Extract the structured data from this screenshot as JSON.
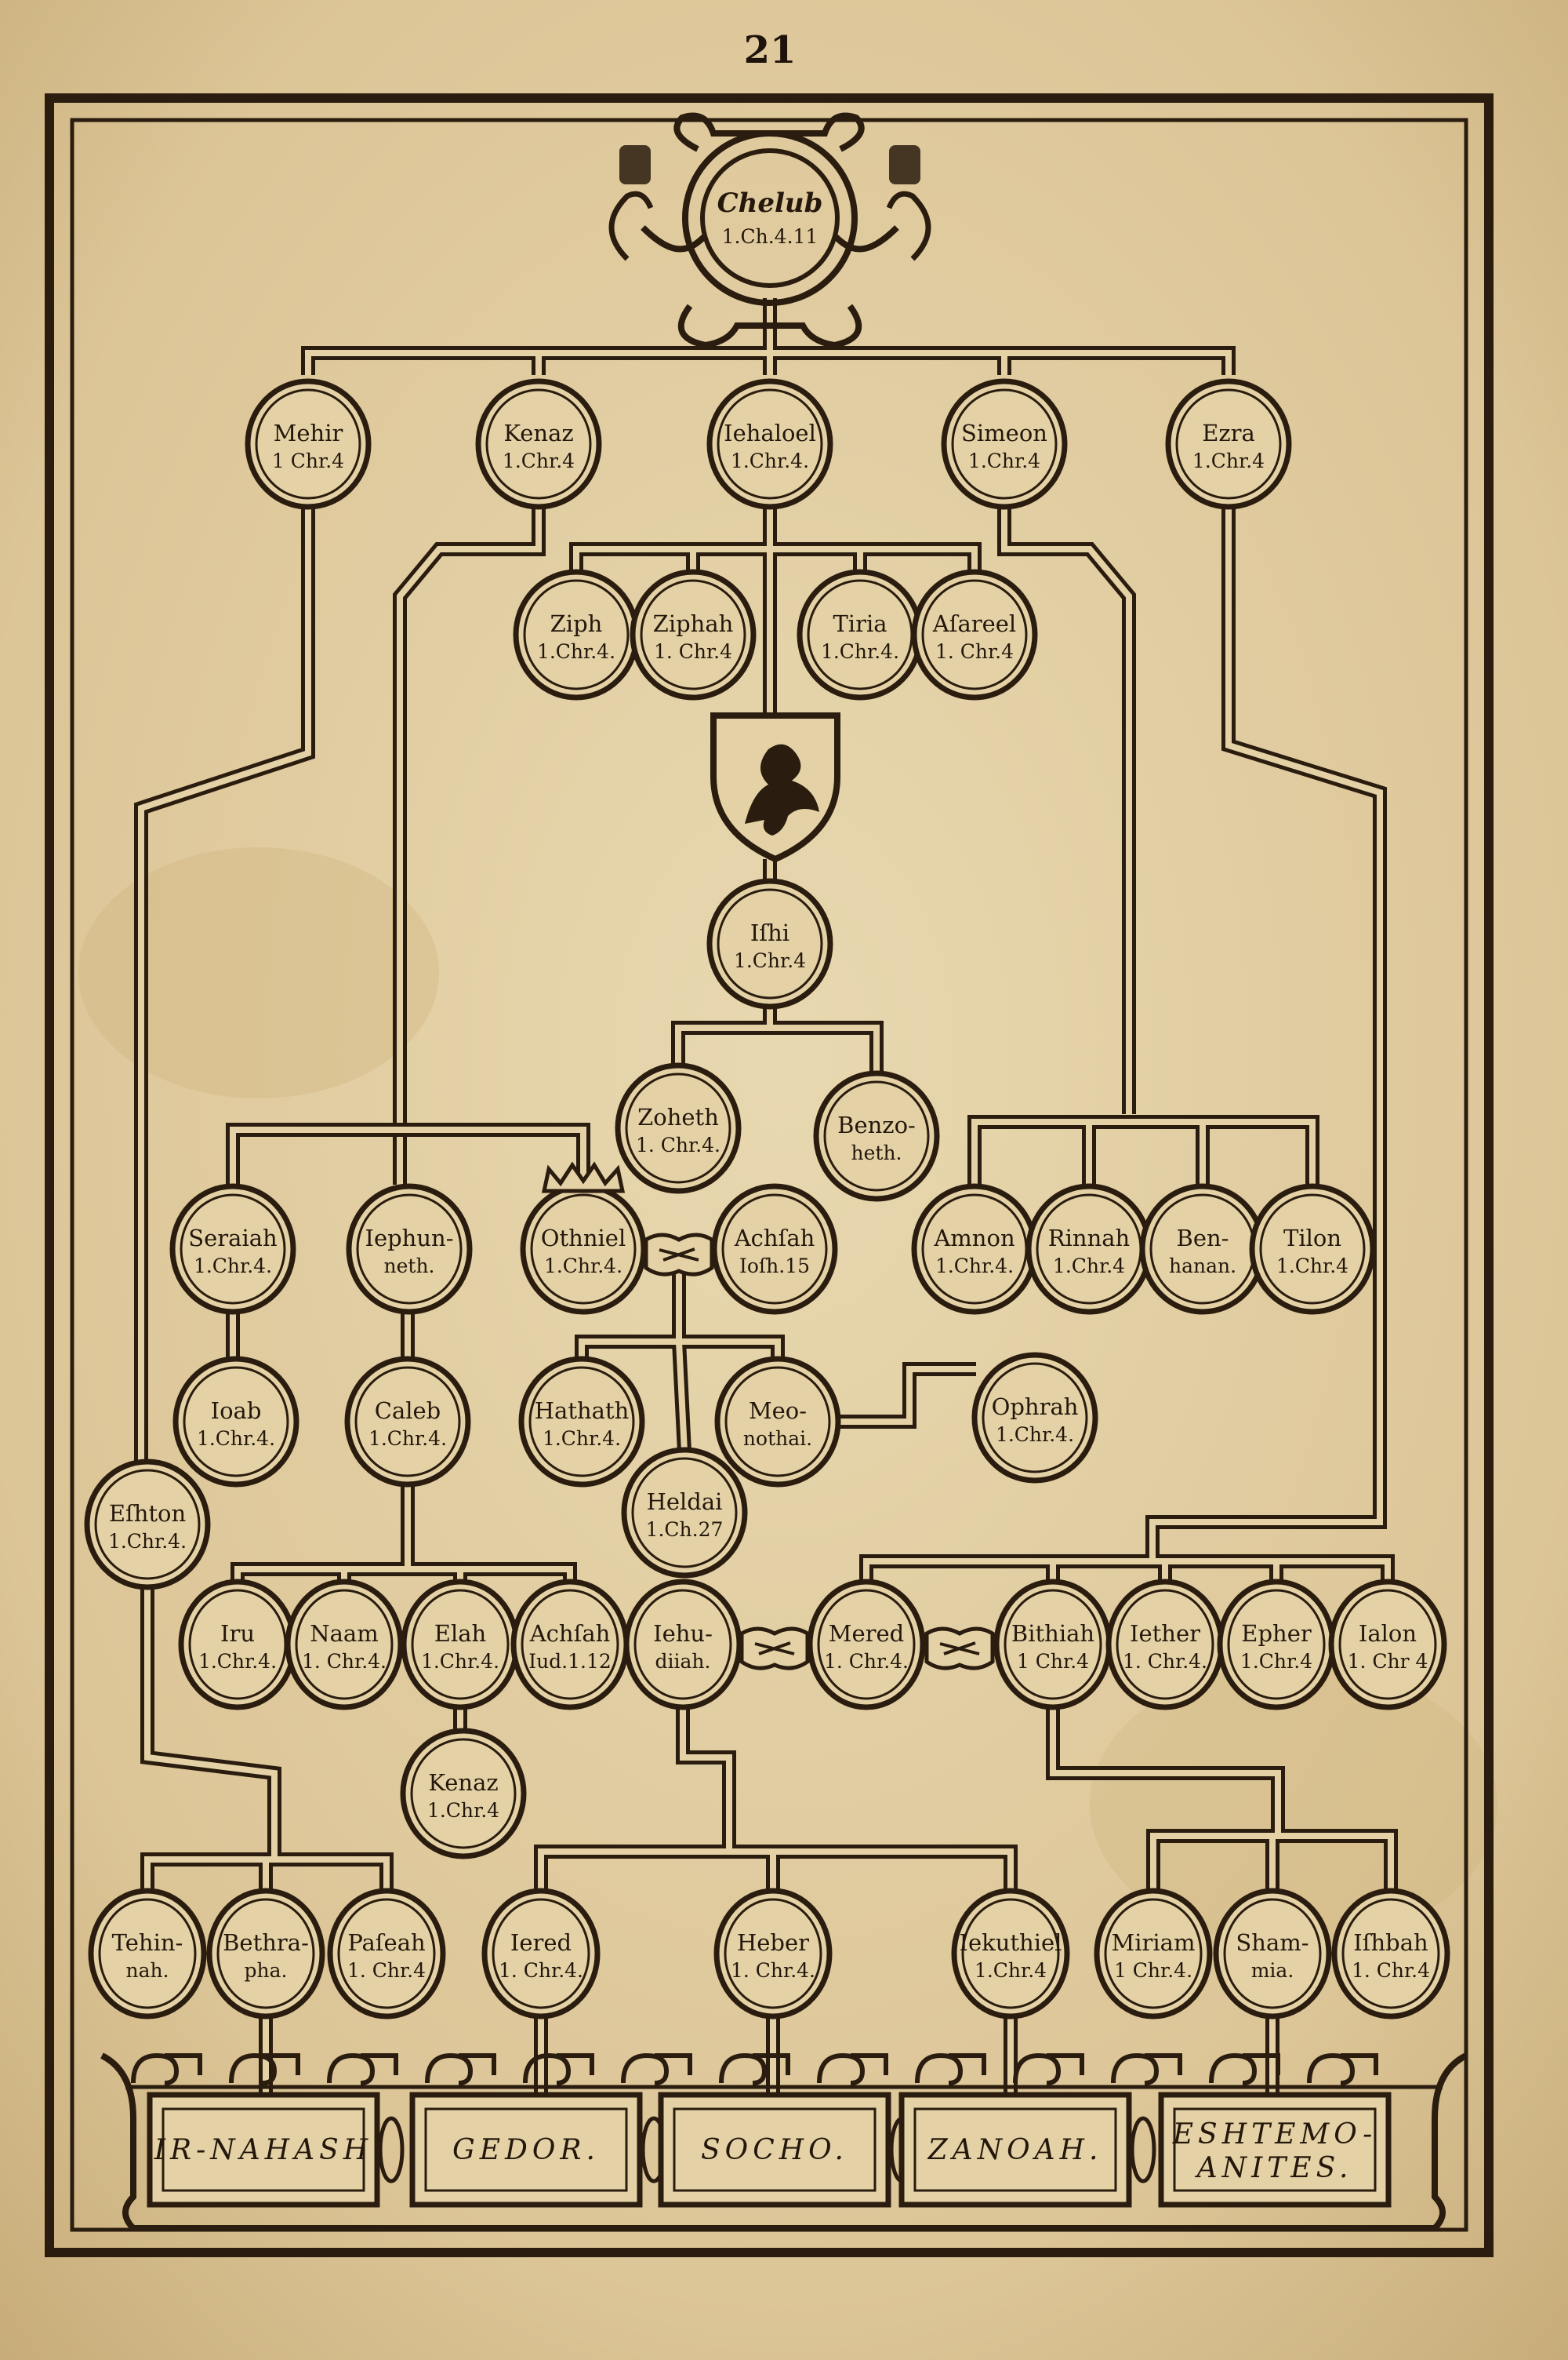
{
  "page_number": "21",
  "colors": {
    "paper": "#e4d2a6",
    "ink": "#2a1c0e",
    "stain": "#cdb27a"
  },
  "root": {
    "name": "Chelub",
    "ref": "1.Ch.4.11"
  },
  "persons": [
    {
      "line1": "Mehir",
      "line2": "1 Chr.4"
    },
    {
      "line1": "Kenaz",
      "line2": "1.Chr.4"
    },
    {
      "line1": "Iehaloel",
      "line2": "1.Chr.4."
    },
    {
      "line1": "Simeon",
      "line2": "1.Chr.4"
    },
    {
      "line1": "Ezra",
      "line2": "1.Chr.4"
    },
    {
      "line1": "Ziph",
      "line2": "1.Chr.4."
    },
    {
      "line1": "Ziphah",
      "line2": "1. Chr.4"
    },
    {
      "line1": "Tiria",
      "line2": "1.Chr.4."
    },
    {
      "line1": "Aſareel",
      "line2": "1. Chr.4"
    },
    {
      "line1": "Iſhi",
      "line2": "1.Chr.4"
    },
    {
      "line1": "Zoheth",
      "line2": "1. Chr.4."
    },
    {
      "line1": "Benzo-",
      "line2": "heth."
    },
    {
      "line1": "Seraiah",
      "line2": "1.Chr.4."
    },
    {
      "line1": "Iephun-",
      "line2": "neth."
    },
    {
      "line1": "Othniel",
      "line2": "1.Chr.4."
    },
    {
      "line1": "Achſah",
      "line2": "Ioſh.15"
    },
    {
      "line1": "Amnon",
      "line2": "1.Chr.4."
    },
    {
      "line1": "Rinnah",
      "line2": "1.Chr.4"
    },
    {
      "line1": "Ben-",
      "line2": "hanan."
    },
    {
      "line1": "Tilon",
      "line2": "1.Chr.4"
    },
    {
      "line1": "Ioab",
      "line2": "1.Chr.4."
    },
    {
      "line1": "Caleb",
      "line2": "1.Chr.4."
    },
    {
      "line1": "Hathath",
      "line2": "1.Chr.4."
    },
    {
      "line1": "Meo-",
      "line2": "nothai."
    },
    {
      "line1": "Ophrah",
      "line2": "1.Chr.4."
    },
    {
      "line1": "Heldai",
      "line2": "1.Ch.27"
    },
    {
      "line1": "Eſhton",
      "line2": "1.Chr.4."
    },
    {
      "line1": "Iru",
      "line2": "1.Chr.4."
    },
    {
      "line1": "Naam",
      "line2": "1. Chr.4."
    },
    {
      "line1": "Elah",
      "line2": "1.Chr.4."
    },
    {
      "line1": "Achſah",
      "line2": "Iud.1.12"
    },
    {
      "line1": "Iehu-",
      "line2": "diiah."
    },
    {
      "line1": "Mered",
      "line2": "1. Chr.4."
    },
    {
      "line1": "Bithiah",
      "line2": "1 Chr.4"
    },
    {
      "line1": "Iether",
      "line2": "1. Chr.4."
    },
    {
      "line1": "Epher",
      "line2": "1.Chr.4"
    },
    {
      "line1": "Ialon",
      "line2": "1. Chr 4"
    },
    {
      "line1": "Kenaz",
      "line2": "1.Chr.4"
    },
    {
      "line1": "Tehin-",
      "line2": "nah."
    },
    {
      "line1": "Bethra-",
      "line2": "pha."
    },
    {
      "line1": "Paſeah",
      "line2": "1. Chr.4"
    },
    {
      "line1": "Iered",
      "line2": "1. Chr.4."
    },
    {
      "line1": "Heber",
      "line2": "1. Chr.4."
    },
    {
      "line1": "Iekuthiel",
      "line2": "1.Chr.4"
    },
    {
      "line1": "Miriam",
      "line2": "1 Chr.4."
    },
    {
      "line1": "Sham-",
      "line2": "mia."
    },
    {
      "line1": "Iſhbah",
      "line2": "1. Chr.4"
    }
  ],
  "places": [
    {
      "line1": "IR-NAHASH",
      "line2": ""
    },
    {
      "line1": "GEDOR.",
      "line2": ""
    },
    {
      "line1": "SOCHO.",
      "line2": ""
    },
    {
      "line1": "ZANOAH.",
      "line2": ""
    },
    {
      "line1": "ESHTEMO-",
      "line2": "ANITES."
    }
  ],
  "icons": {
    "root_frame": "ornamental-cartouche",
    "arms": "lion-shield-icon",
    "marriage": "handshake-icon",
    "crown": "crown-icon"
  }
}
